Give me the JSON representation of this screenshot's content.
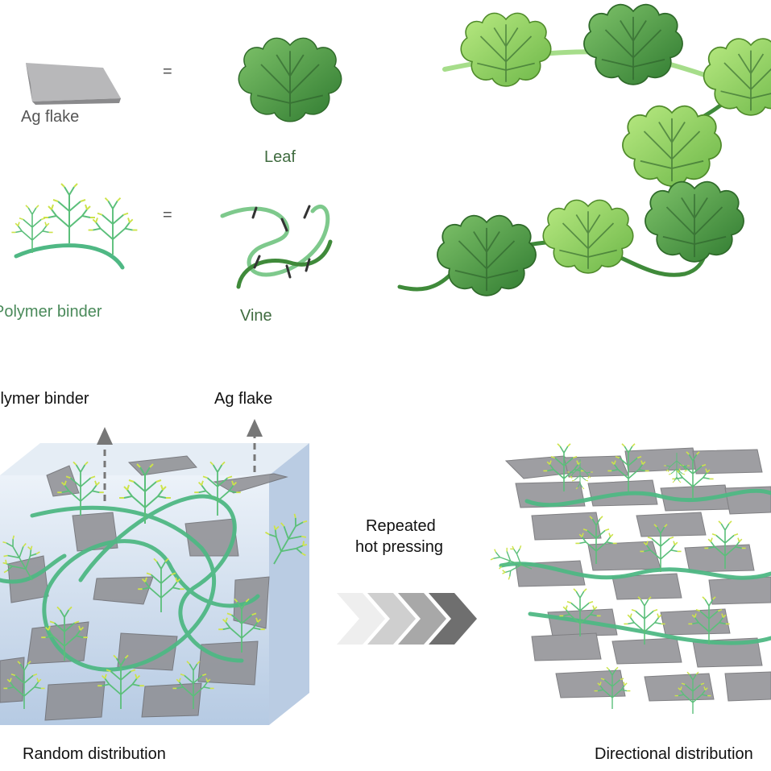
{
  "legend": {
    "ag_flake": "Ag flake",
    "equals_1": "=",
    "leaf": "Leaf",
    "polymer_binder": "Polymer binder",
    "equals_2": "=",
    "vine": "Vine"
  },
  "bottom": {
    "polymer_binder_label": "Polymer binder",
    "ag_flake_label": "Ag flake",
    "process_line1": "Repeated",
    "process_line2": "hot pressing",
    "left_caption": "Random distribution",
    "right_caption": "Directional distribution"
  },
  "colors": {
    "flake": "#9a9a9c",
    "leaf_dark": "#3f8a3a",
    "leaf_light": "#8fd064",
    "vine": "#4fb884",
    "branch_tip": "#c8e34a",
    "box_blue": "#b9cde6"
  }
}
